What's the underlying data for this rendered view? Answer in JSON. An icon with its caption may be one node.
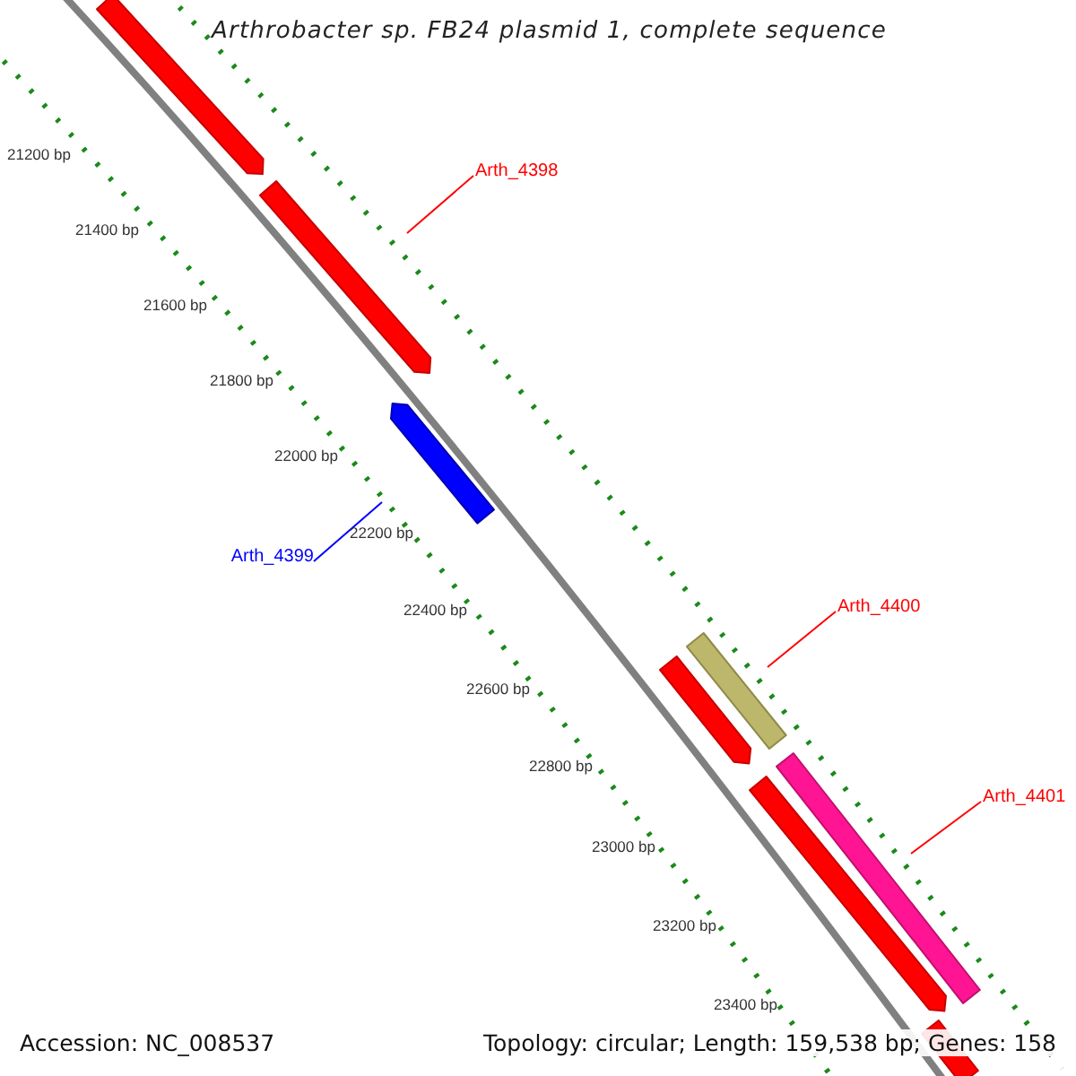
{
  "diagram": {
    "title": "Arthrobacter sp. FB24 plasmid 1, complete sequence",
    "nodes": [
      {
        "text": [],
        "shape": "bar"
      },
      {
        "text": [
          "Arth_4398"
        ]
      },
      {
        "text": [],
        "shape": "bar"
      },
      {
        "text": [],
        "shape": "bar"
      },
      {
        "text": [
          "Arth_4399"
        ]
      },
      {
        "text": [
          "Arth_4400"
        ]
      },
      {
        "text": [],
        "shape": "bar"
      },
      {
        "text": [],
        "shape": "bar"
      },
      {
        "text": [],
        "shape": "bar"
      },
      {
        "text": [
          "Arth_4401"
        ]
      },
      {
        "text": [],
        "shape": "bar"
      },
      {
        "text": [],
        "shape": "bar"
      }
    ],
    "edges": [
      {
        "from": 1,
        "to": 2,
        "arrow": "none"
      },
      {
        "from": 4,
        "to": 3,
        "arrow": "none",
        "color": "#0000ff"
      },
      {
        "from": 5,
        "to": 6,
        "arrow": "none"
      },
      {
        "from": 9,
        "to": 8,
        "arrow": "none"
      }
    ],
    "labels": [
      "21200 bp",
      "21400 bp",
      "21600 bp",
      "21800 bp",
      "22000 bp",
      "22200 bp",
      "22400 bp",
      "22600 bp",
      "22800 bp",
      "23000 bp",
      "23200 bp",
      "23400 bp",
      "Accession: NC_008537",
      "Topology: circular; Length: 159,538 bp; Genes: 158"
    ]
  }
}
